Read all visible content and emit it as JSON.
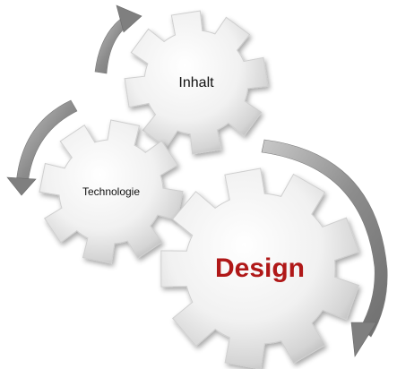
{
  "diagram": {
    "gears": [
      {
        "id": "inhalt",
        "label": "Inhalt"
      },
      {
        "id": "technologie",
        "label": "Technologie"
      },
      {
        "id": "design",
        "label": "Design"
      }
    ],
    "arrows": [
      "top-arrow",
      "left-arrow",
      "right-arrow"
    ],
    "colors": {
      "gear_light": "#ffffff",
      "gear_shade": "#b8b8b8",
      "arrow": "#8e8e8e",
      "label_dark": "#111111",
      "label_accent": "#b01818"
    }
  }
}
